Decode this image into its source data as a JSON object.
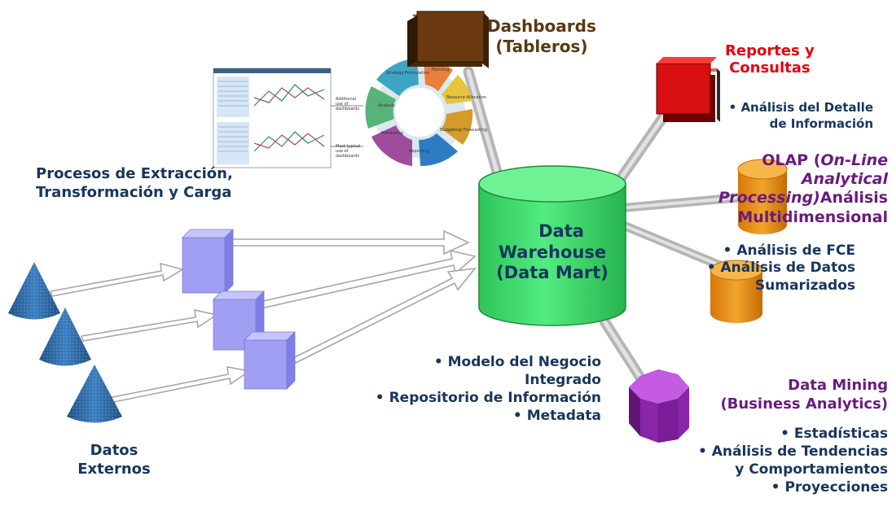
{
  "center": {
    "line1": "Data",
    "line2": "Warehouse",
    "line3": "(Data Mart)"
  },
  "dashboards": {
    "line1": "Dashboards",
    "line2": "(Tableros)"
  },
  "dashboard_thumbnail": {
    "cycle_steps": [
      "Strategy Formulation",
      "Planning",
      "Resource Allocation",
      "Budgeting/ Forecasting",
      "Reporting",
      "Monitoring",
      "Analysis"
    ],
    "note_top": "Additional use of dashboards",
    "note_bottom": "Most typical use of dashboards"
  },
  "reportes": {
    "line1": "Reportes y",
    "line2": "Consultas",
    "bullet_line1": "Análisis del Detalle",
    "bullet_line2": "de Información"
  },
  "olap": {
    "prefix": "OLAP (",
    "italic1": "On-Line",
    "italic2": "Analytical",
    "italic3": "Processing)",
    "suffix": "Análisis",
    "line4": "Multidimensional",
    "bullet1": "Análisis de FCE",
    "bullet2_line1": "Análisis de Datos",
    "bullet2_line2": "Sumarizados"
  },
  "etl": {
    "line1": "Procesos de Extracción,",
    "line2": "Transformación y Carga"
  },
  "datos_externos": {
    "line1": "Datos",
    "line2": "Externos"
  },
  "center_bullets": {
    "b1_line1": "Modelo del Negocio",
    "b1_line2": "Integrado",
    "b2": "Repositorio de Información",
    "b3": "Metadata"
  },
  "data_mining": {
    "line1": "Data Mining",
    "line2": "(Business Analytics)",
    "b1": "Estadísticas",
    "b2_line1": "Análisis de Tendencias",
    "b2_line2": "y Comportamientos",
    "b3": "Proyecciones"
  },
  "colors": {
    "cylinder": "#3ddc6a",
    "connector": "#c9c9c9",
    "navy": "#17365d",
    "red": "#e8000e",
    "purple": "#6a1b7f",
    "orange": "#e8890f",
    "cube": "#9d9cf2",
    "cone": "#2b6aa6"
  },
  "icons": [
    "dashboard-book-icon",
    "report-book-icon",
    "olap-cylinder-icon",
    "mining-octagon-icon",
    "etl-cube-icon",
    "external-data-cone-icon"
  ]
}
